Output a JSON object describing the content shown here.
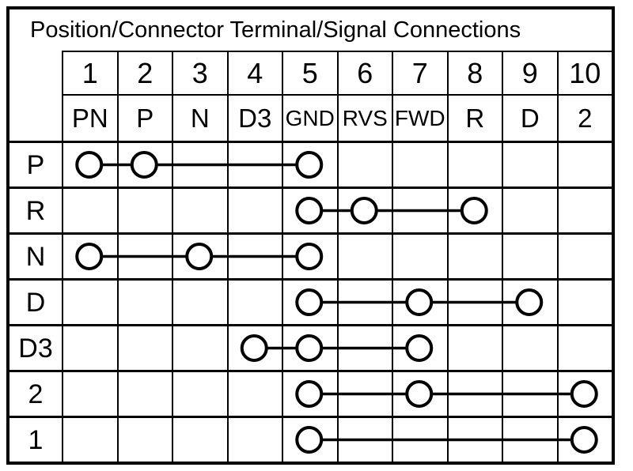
{
  "title": "Position/Connector Terminal/Signal Connections",
  "columns": [
    {
      "terminal": "1",
      "signal": "PN"
    },
    {
      "terminal": "2",
      "signal": "P"
    },
    {
      "terminal": "3",
      "signal": "N"
    },
    {
      "terminal": "4",
      "signal": "D3"
    },
    {
      "terminal": "5",
      "signal": "GND"
    },
    {
      "terminal": "6",
      "signal": "RVS"
    },
    {
      "terminal": "7",
      "signal": "FWD"
    },
    {
      "terminal": "8",
      "signal": "R"
    },
    {
      "terminal": "9",
      "signal": "D"
    },
    {
      "terminal": "10",
      "signal": "2"
    }
  ],
  "rows": [
    {
      "position": "P",
      "connected_terminals": [
        1,
        2,
        5
      ]
    },
    {
      "position": "R",
      "connected_terminals": [
        5,
        6,
        8
      ]
    },
    {
      "position": "N",
      "connected_terminals": [
        1,
        3,
        5
      ]
    },
    {
      "position": "D",
      "connected_terminals": [
        5,
        7,
        9
      ]
    },
    {
      "position": "D3",
      "connected_terminals": [
        4,
        5,
        7
      ]
    },
    {
      "position": "2",
      "connected_terminals": [
        5,
        7,
        10
      ]
    },
    {
      "position": "1",
      "connected_terminals": [
        5,
        10
      ]
    }
  ],
  "colors": {
    "ink": "#000000",
    "paper": "#ffffff"
  }
}
